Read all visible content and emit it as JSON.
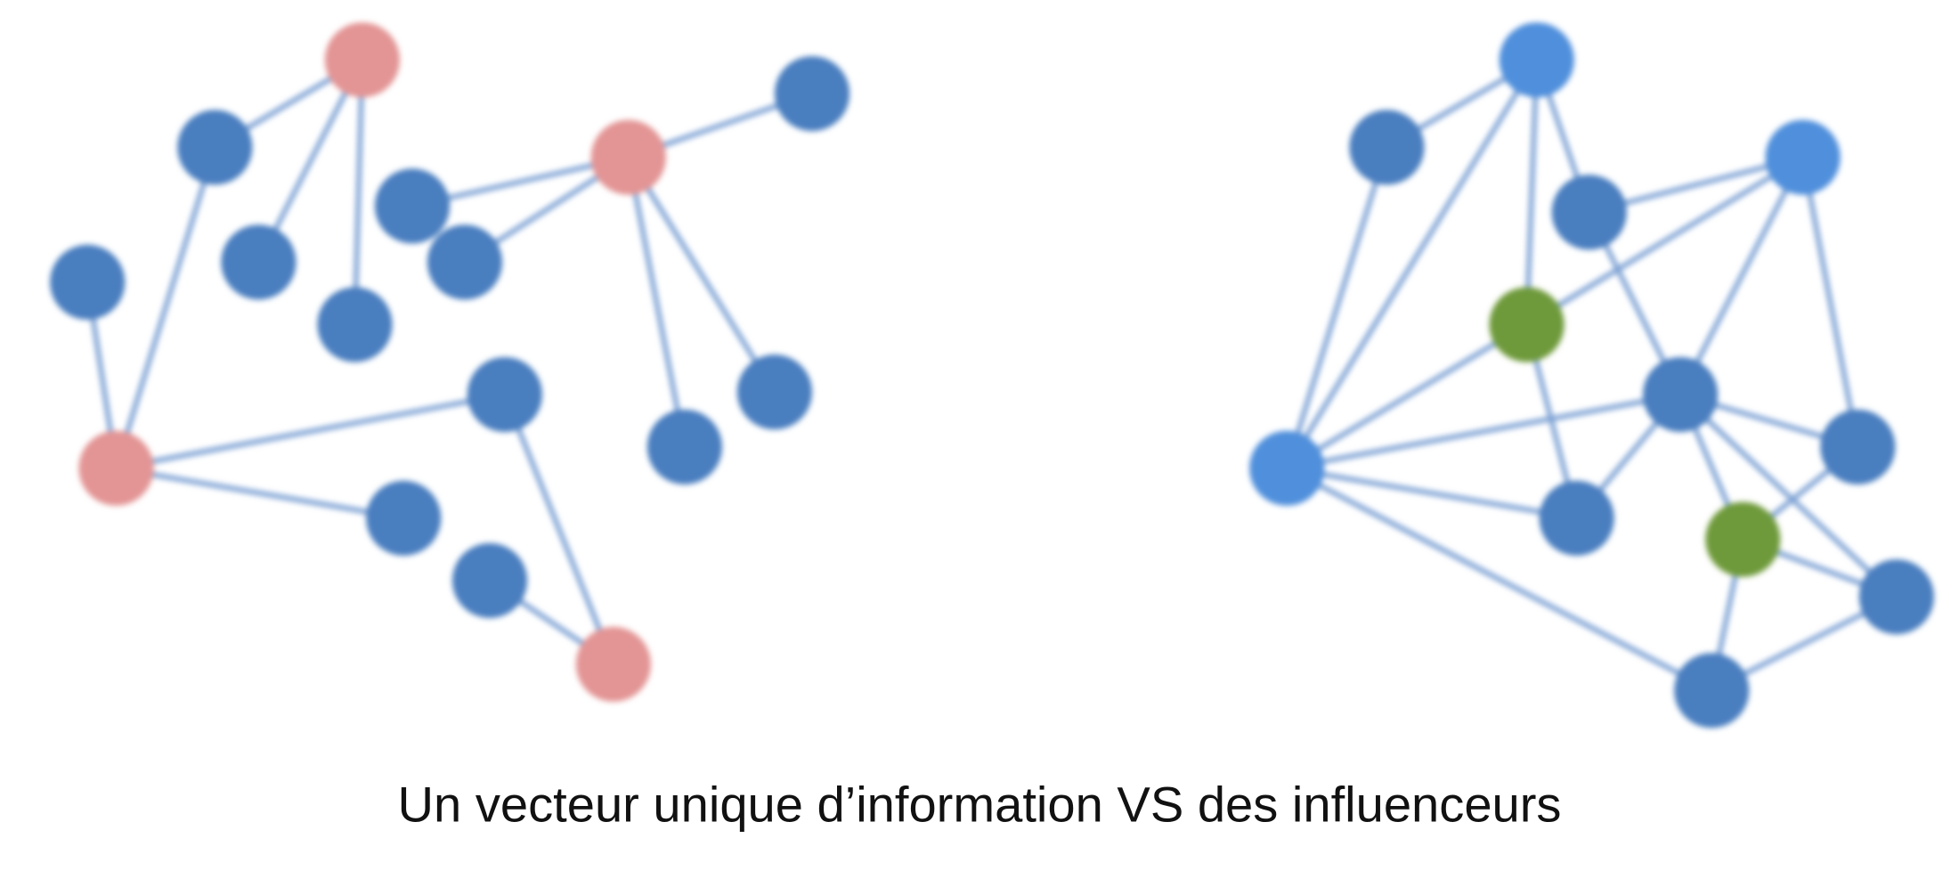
{
  "caption": "Un vecteur unique d’information VS des influenceurs",
  "colors": {
    "node_blue": "#4a7ebf",
    "node_light_blue": "#4f8fdc",
    "node_pink": "#e39494",
    "node_green": "#6e9a3a",
    "edge": "#7ba0d3"
  },
  "diagrams": [
    {
      "name": "single-vector-network",
      "hub_role": "pink"
    },
    {
      "name": "influencers-network",
      "hub_role": "green"
    }
  ]
}
